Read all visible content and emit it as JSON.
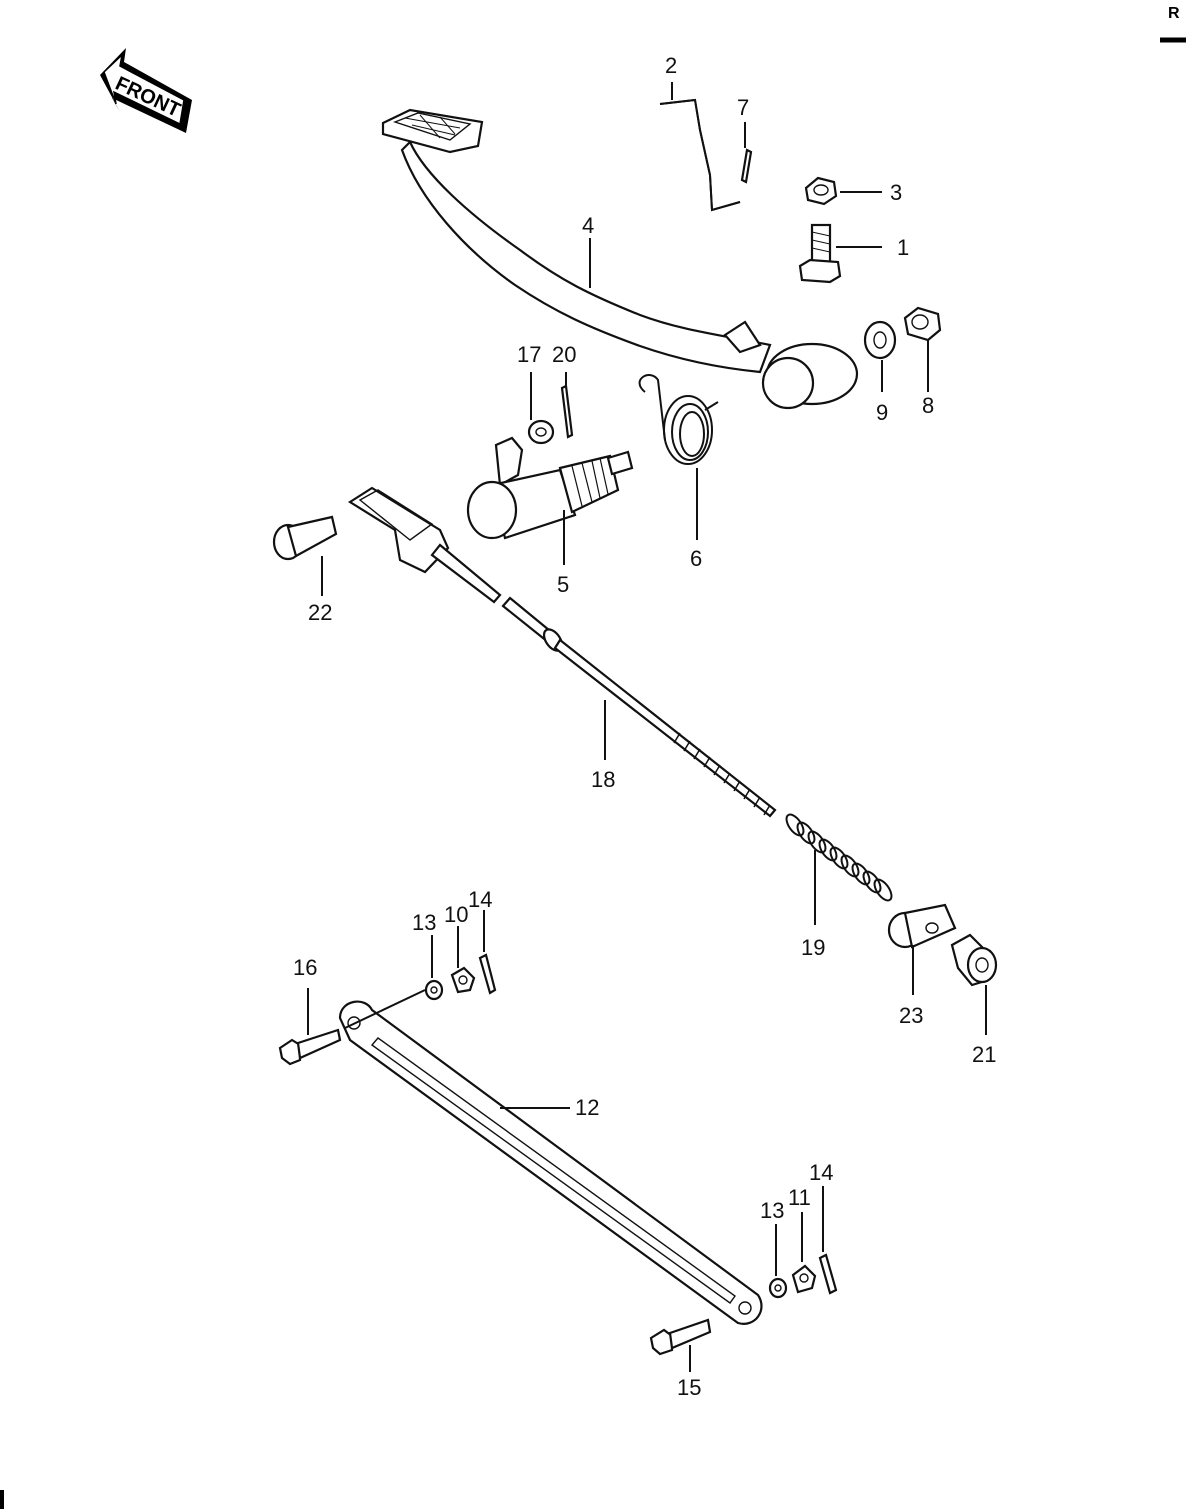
{
  "corner_mark": "R",
  "front_arrow": {
    "text": "FRONT"
  },
  "callouts": [
    {
      "id": "p1",
      "text": "1"
    },
    {
      "id": "p2",
      "text": "2"
    },
    {
      "id": "p3",
      "text": "3"
    },
    {
      "id": "p4",
      "text": "4"
    },
    {
      "id": "p5",
      "text": "5"
    },
    {
      "id": "p6",
      "text": "6"
    },
    {
      "id": "p7",
      "text": "7"
    },
    {
      "id": "p8",
      "text": "8"
    },
    {
      "id": "p9",
      "text": "9"
    },
    {
      "id": "p10",
      "text": "10"
    },
    {
      "id": "p11",
      "text": "11"
    },
    {
      "id": "p12",
      "text": "12"
    },
    {
      "id": "p13a",
      "text": "13"
    },
    {
      "id": "p13b",
      "text": "13"
    },
    {
      "id": "p14a",
      "text": "14"
    },
    {
      "id": "p14b",
      "text": "14"
    },
    {
      "id": "p15",
      "text": "15"
    },
    {
      "id": "p16",
      "text": "16"
    },
    {
      "id": "p17",
      "text": "17"
    },
    {
      "id": "p18",
      "text": "18"
    },
    {
      "id": "p19",
      "text": "19"
    },
    {
      "id": "p20",
      "text": "20"
    },
    {
      "id": "p21",
      "text": "21"
    },
    {
      "id": "p22",
      "text": "22"
    },
    {
      "id": "p23",
      "text": "23"
    }
  ]
}
